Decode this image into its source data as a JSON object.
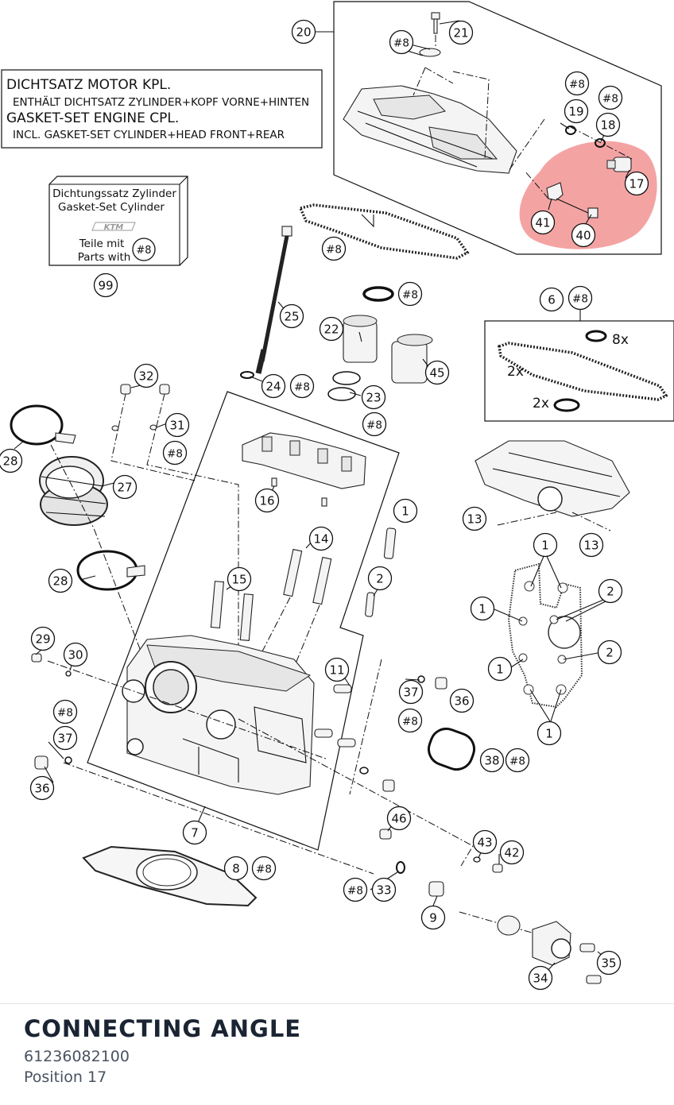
{
  "diagram": {
    "box_de_title": "DICHTSATZ MOTOR KPL.",
    "box_de_sub": "ENTHÄLT DICHTSATZ ZYLINDER+KOPF VORNE+HINTEN",
    "box_en_title": "GASKET-SET ENGINE CPL.",
    "box_en_sub": "INCL. GASKET-SET CYLINDER+HEAD FRONT+REAR",
    "kit_line1": "Dichtungssatz Zylinder",
    "kit_line2": "Gasket-Set Cylinder",
    "kit_logo": "KTM",
    "kit_line3": "Teile mit",
    "kit_line4": "Parts with",
    "kit_ref": "#8",
    "qty_8x": "8x",
    "qty_2x_a": "2x",
    "qty_2x_b": "2x",
    "highlight_color": "#f08080",
    "callouts": [
      {
        "label": "20"
      },
      {
        "label": "21"
      },
      {
        "label": "#8"
      },
      {
        "label": "#8"
      },
      {
        "label": "#8"
      },
      {
        "label": "19"
      },
      {
        "label": "18"
      },
      {
        "label": "17"
      },
      {
        "label": "41"
      },
      {
        "label": "40"
      },
      {
        "label": "#8"
      },
      {
        "label": "99"
      },
      {
        "label": "#8"
      },
      {
        "label": "6"
      },
      {
        "label": "#8"
      },
      {
        "label": "25"
      },
      {
        "label": "22"
      },
      {
        "label": "45"
      },
      {
        "label": "24"
      },
      {
        "label": "#8"
      },
      {
        "label": "23"
      },
      {
        "label": "#8"
      },
      {
        "label": "32"
      },
      {
        "label": "31"
      },
      {
        "label": "#8"
      },
      {
        "label": "28"
      },
      {
        "label": "27"
      },
      {
        "label": "16"
      },
      {
        "label": "1"
      },
      {
        "label": "13"
      },
      {
        "label": "13"
      },
      {
        "label": "14"
      },
      {
        "label": "28"
      },
      {
        "label": "15"
      },
      {
        "label": "2"
      },
      {
        "label": "1"
      },
      {
        "label": "2"
      },
      {
        "label": "1"
      },
      {
        "label": "2"
      },
      {
        "label": "29"
      },
      {
        "label": "30"
      },
      {
        "label": "11"
      },
      {
        "label": "1"
      },
      {
        "label": "1"
      },
      {
        "label": "37"
      },
      {
        "label": "36"
      },
      {
        "label": "#8"
      },
      {
        "label": "#8"
      },
      {
        "label": "37"
      },
      {
        "label": "36"
      },
      {
        "label": "38"
      },
      {
        "label": "#8"
      },
      {
        "label": "46"
      },
      {
        "label": "7"
      },
      {
        "label": "43"
      },
      {
        "label": "42"
      },
      {
        "label": "8"
      },
      {
        "label": "#8"
      },
      {
        "label": "#8"
      },
      {
        "label": "33"
      },
      {
        "label": "9"
      },
      {
        "label": "35"
      },
      {
        "label": "34"
      }
    ]
  },
  "part": {
    "title": "CONNECTING ANGLE",
    "number": "61236082100",
    "position": "Position 17"
  }
}
